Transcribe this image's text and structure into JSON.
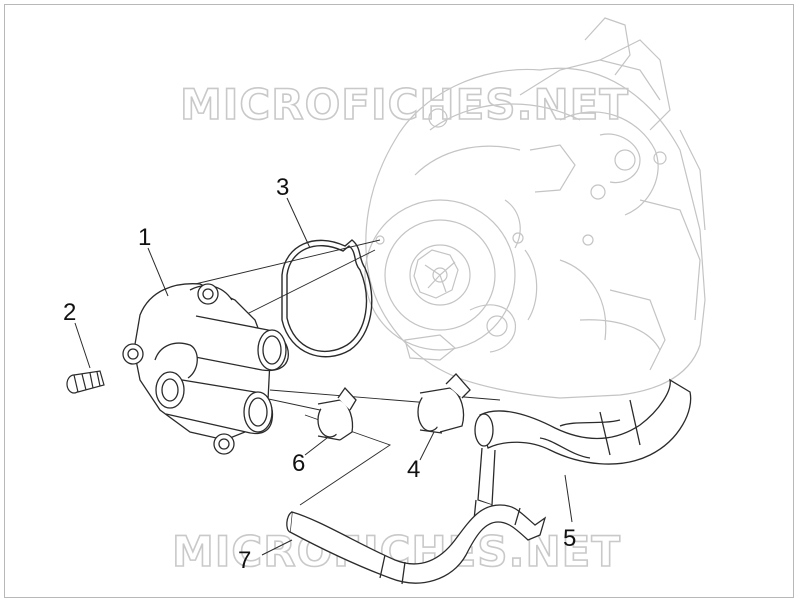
{
  "watermark": "MICROFICHES.NET",
  "callouts": [
    {
      "id": "1",
      "label": "1"
    },
    {
      "id": "2",
      "label": "2"
    },
    {
      "id": "3",
      "label": "3"
    },
    {
      "id": "4",
      "label": "4"
    },
    {
      "id": "5",
      "label": "5"
    },
    {
      "id": "6",
      "label": "6"
    },
    {
      "id": "7",
      "label": "7"
    }
  ],
  "colors": {
    "line": "#2b2b2b",
    "ghost": "#c4c4c4",
    "watermark": "#c9c9c9",
    "border": "#b8b8b8"
  }
}
